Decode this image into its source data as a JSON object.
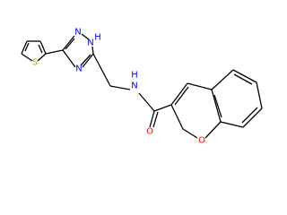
{
  "molecule": {
    "atoms": {
      "s1": "S",
      "n_triazole_a": "N",
      "nh_triazole": "N",
      "h_triazole": "H",
      "n_triazole_b": "N",
      "n_amide": "N",
      "h_amide": "H",
      "o_carbonyl": "O",
      "o_ring": "O"
    },
    "colors": {
      "sulfur": "#b8a000",
      "nitrogen": "#0000ff",
      "oxygen": "#ff0000",
      "bond": "#000000"
    }
  }
}
